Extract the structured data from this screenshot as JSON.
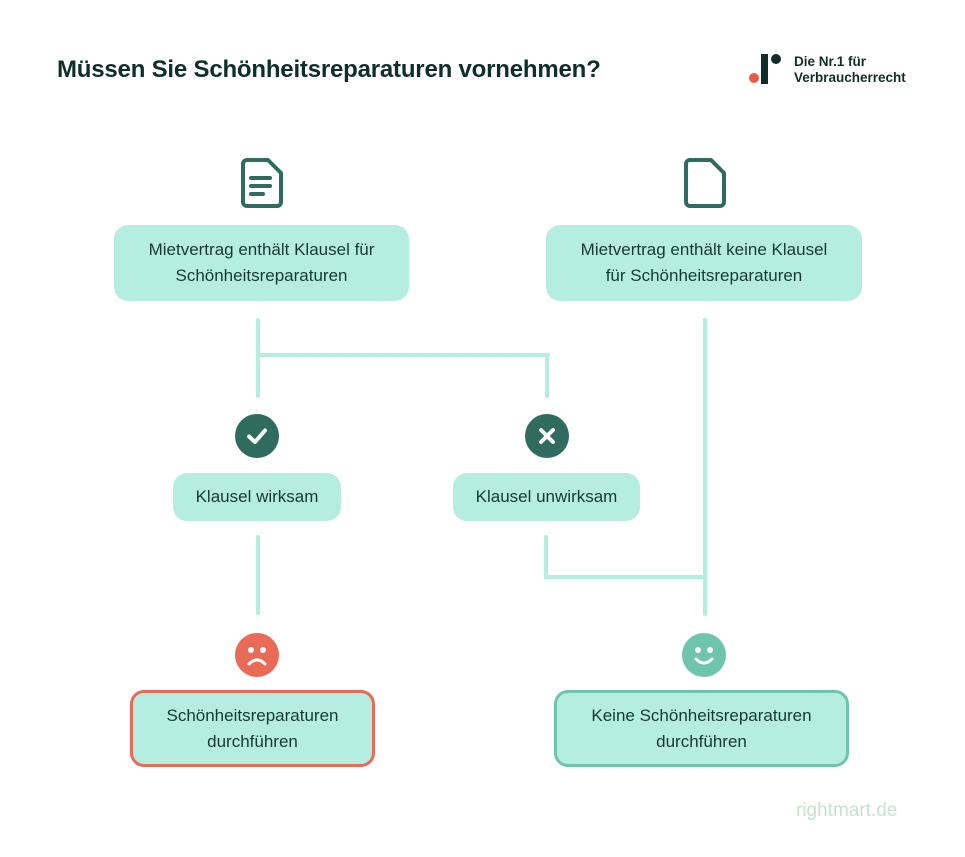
{
  "header": {
    "title": "Müssen Sie Schönheitsreparaturen vornehmen?",
    "logo_line1": "Die Nr.1 für",
    "logo_line2": "Verbraucherrecht"
  },
  "nodes": {
    "with_clause": {
      "icon": "document-lines-icon",
      "line1": "Mietvertrag enthält Klausel für",
      "line2": "Schönheitsreparaturen"
    },
    "no_clause": {
      "icon": "document-blank-icon",
      "line1": "Mietvertrag enthält keine Klausel",
      "line2": "für Schönheitsreparaturen"
    },
    "effective": {
      "icon": "check-circle-icon",
      "label": "Klausel wirksam"
    },
    "ineffective": {
      "icon": "x-circle-icon",
      "label": "Klausel unwirksam"
    },
    "must_repair": {
      "icon": "sad-face-icon",
      "line1": "Schönheitsreparaturen",
      "line2": "durchführen"
    },
    "no_repair": {
      "icon": "happy-face-icon",
      "line1": "Keine Schönheitsreparaturen",
      "line2": "durchführen"
    }
  },
  "colors": {
    "box_fill": "#b5ede0",
    "dark_green": "#2f6b5e",
    "negative": "#ea6a58",
    "positive": "#6fc4ad",
    "title": "#0f2e28",
    "footer": "#c6e3cc"
  },
  "footer": {
    "brand": "rightmart.de"
  }
}
